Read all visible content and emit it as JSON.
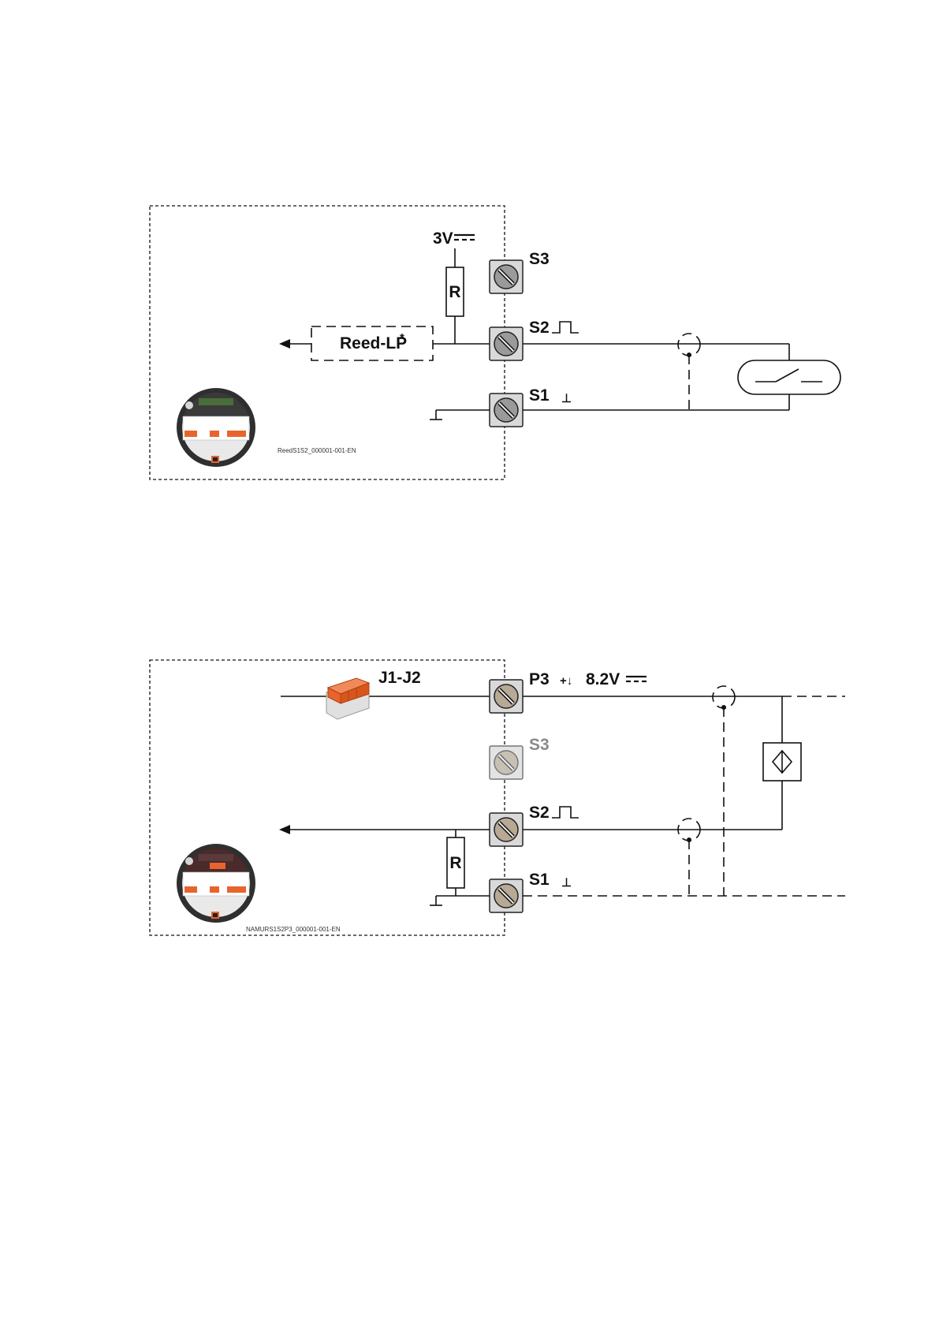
{
  "diagram_reed": {
    "supply_label": "3V",
    "resistor_label": "R",
    "circuit_label": "Reed-LP",
    "circuit_asterisk": "*",
    "terminal_s3": "S3",
    "terminal_s2": "S2",
    "terminal_s1": "S1",
    "ground_symbol": "⊥",
    "code": "ReedS1S2_000001-001-EN"
  },
  "diagram_namur": {
    "jumper_label": "J1-J2",
    "terminal_p3": "P3",
    "supply_prefix": "+↓",
    "supply_label": "8.2V",
    "terminal_s3": "S3",
    "terminal_s2": "S2",
    "terminal_s1": "S1",
    "ground_symbol": "⊥",
    "resistor_label": "R",
    "code": "NAMURS1S2P3_000001-001-EN"
  },
  "colors": {
    "terminal_fill": "#d9d9d9",
    "terminal_fill_bronze": "#c7b9a6",
    "connector_orange": "#e8642c",
    "board_dark": "#3a3a3a",
    "board_dark_red": "#4a2a2a"
  }
}
